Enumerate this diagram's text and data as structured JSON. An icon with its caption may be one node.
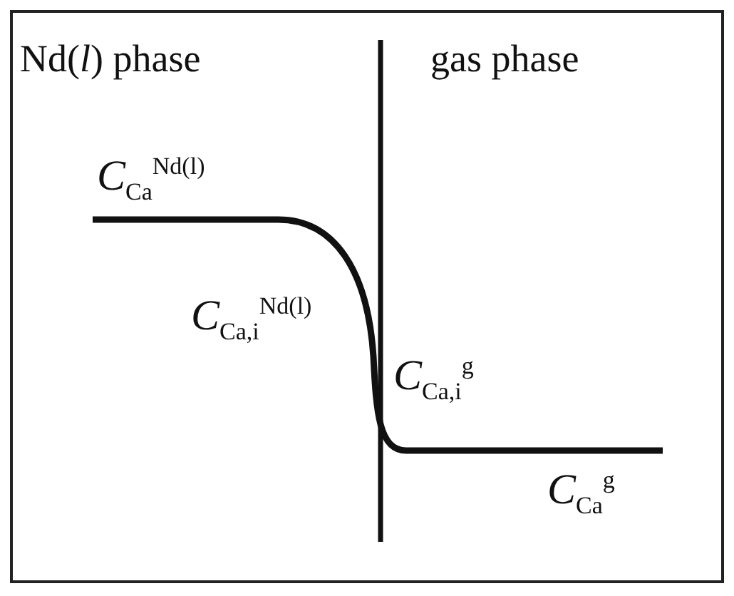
{
  "diagram": {
    "labels": [
      "Nd(*l*) phase",
      "gas phase",
      "*C*$_{Ca}$$^{Nd(l)}$",
      "*C*$_{Ca,i}$$^{Nd(l)}$",
      "*C*$_{Ca,i}$$^{g}$",
      "*C*$_{Ca}$$^{g}$"
    ]
  }
}
